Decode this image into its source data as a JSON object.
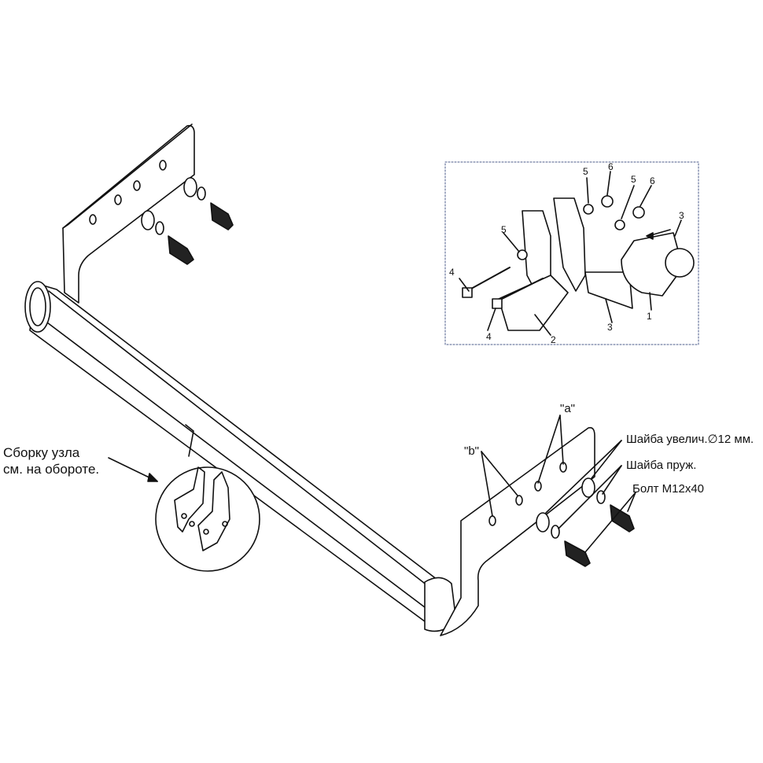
{
  "callouts": {
    "assembly_note_line1": "Сборку узла",
    "assembly_note_line2": "см. на обороте.",
    "washer_large": "Шайба увелич.∅12 мм.",
    "washer_spring": "Шайба пруж.",
    "bolt": "Болт М12х40",
    "hole_a": "\"a\"",
    "hole_b": "\"b\""
  },
  "inset": {
    "part_numbers": {
      "p1": "1",
      "p2": "2",
      "p3_top": "3",
      "p3_bottom": "3",
      "p4_left": "4",
      "p4_bottom": "4",
      "p5_left": "5",
      "p5_mid": "5",
      "p5_right": "5",
      "p6_mid": "6",
      "p6_right": "6"
    }
  },
  "colors": {
    "line": "#111111",
    "inset_border": "#4a5a8a",
    "background": "#ffffff"
  }
}
